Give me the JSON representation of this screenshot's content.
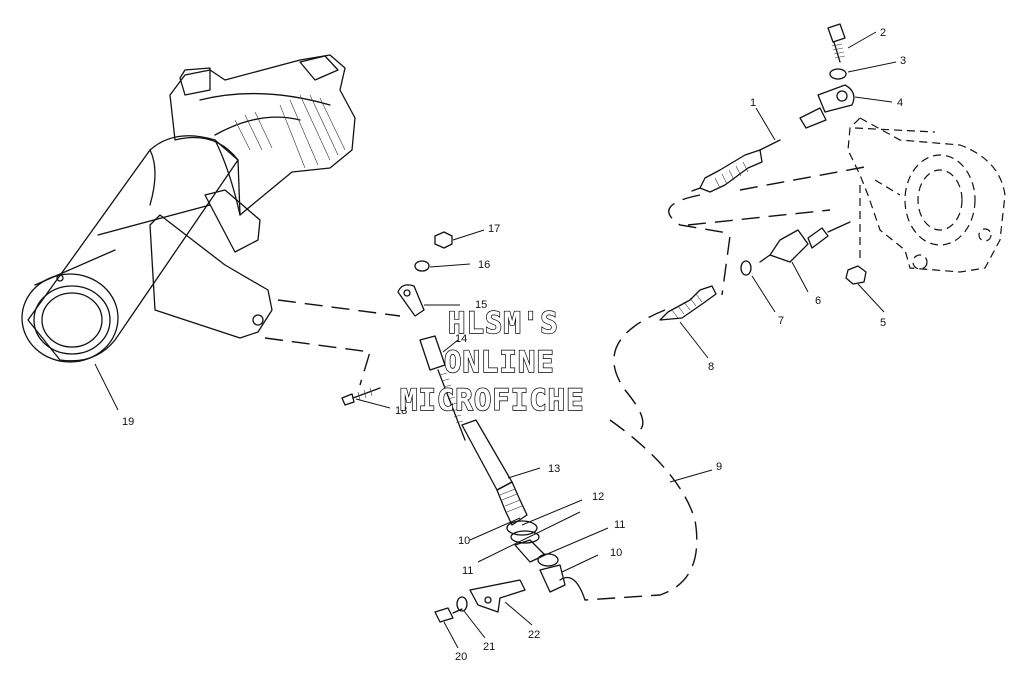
{
  "watermark": {
    "lines": [
      "HLSM'S",
      "ONLINE",
      "MICROFICHE"
    ]
  },
  "callouts": [
    "1",
    "2",
    "3",
    "4",
    "5",
    "6",
    "7",
    "8",
    "9",
    "10",
    "10",
    "11",
    "11",
    "12",
    "13",
    "14",
    "15",
    "16",
    "17",
    "18",
    "19",
    "20",
    "21",
    "22"
  ]
}
